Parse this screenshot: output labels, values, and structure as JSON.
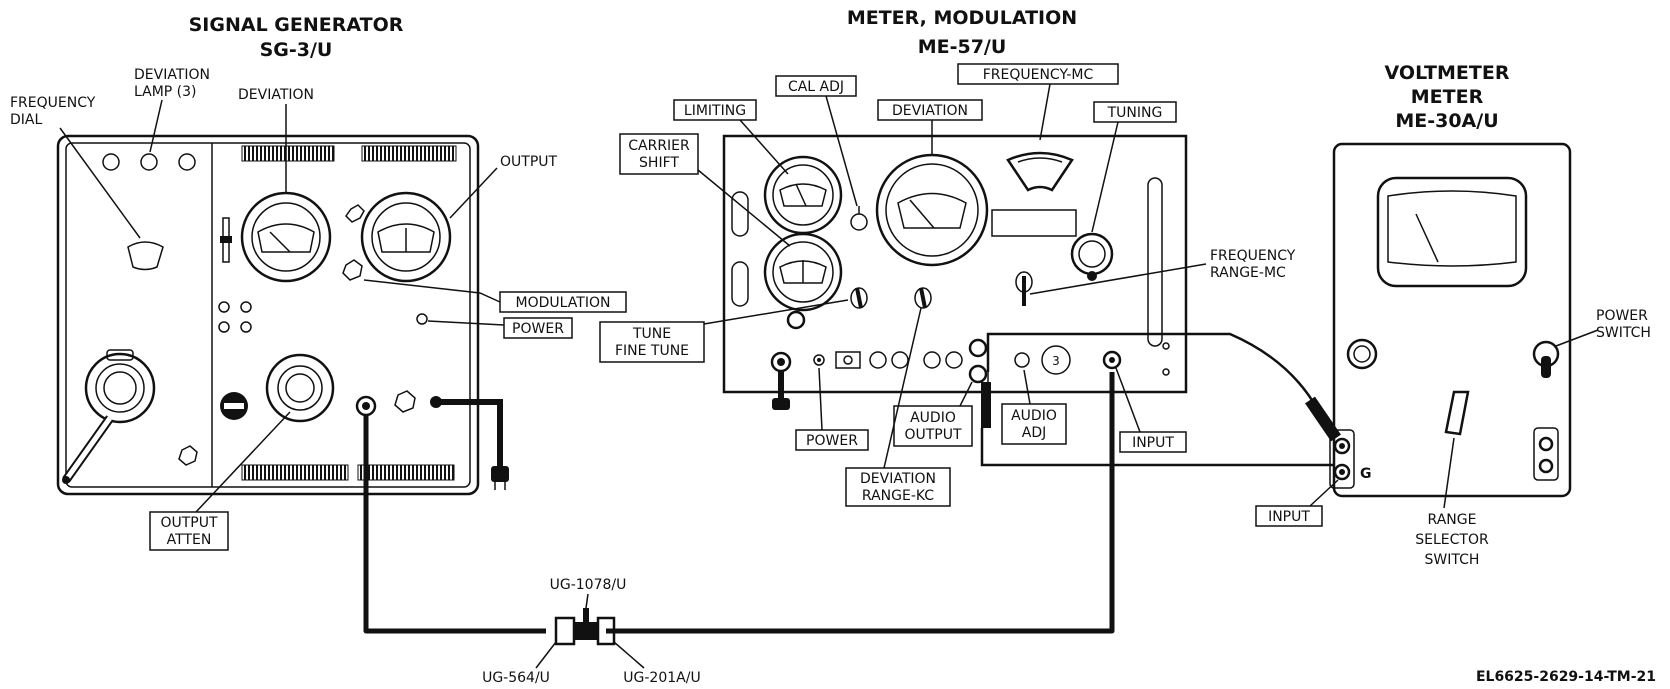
{
  "signal_generator": {
    "title_line1": "SIGNAL GENERATOR",
    "title_line2": "SG-3/U",
    "labels": {
      "frequency_dial_1": "FREQUENCY",
      "frequency_dial_2": "DIAL",
      "deviation_lamp_1": "DEVIATION",
      "deviation_lamp_2": "LAMP (3)",
      "deviation": "DEVIATION",
      "output": "OUTPUT",
      "modulation": "MODULATION",
      "power": "POWER",
      "output_atten_1": "OUTPUT",
      "output_atten_2": "ATTEN"
    }
  },
  "modulation_meter": {
    "title_line1": "METER, MODULATION",
    "title_line2": "ME-57/U",
    "labels": {
      "cal_adj": "CAL ADJ",
      "limiting": "LIMITING",
      "frequency_mc": "FREQUENCY-MC",
      "deviation": "DEVIATION",
      "tuning": "TUNING",
      "carrier_shift_1": "CARRIER",
      "carrier_shift_2": "SHIFT",
      "frequency_range_1": "FREQUENCY",
      "frequency_range_2": "RANGE-MC",
      "tune_1": "TUNE",
      "tune_2": "FINE TUNE",
      "power": "POWER",
      "audio_output_1": "AUDIO",
      "audio_output_2": "OUTPUT",
      "audio_adj_1": "AUDIO",
      "audio_adj_2": "ADJ",
      "input": "INPUT",
      "deviation_range_1": "DEVIATION",
      "deviation_range_2": "RANGE-KC"
    }
  },
  "voltmeter": {
    "title_line1": "VOLTMETER",
    "title_line2": "METER",
    "title_line3": "ME-30A/U",
    "labels": {
      "power_switch_1": "POWER",
      "power_switch_2": "SWITCH",
      "input": "INPUT",
      "range_1": "RANGE",
      "range_2": "SELECTOR",
      "range_3": "SWITCH",
      "ground": "G"
    }
  },
  "connectors": {
    "ug1078": "UG-1078/U",
    "ug564": "UG-564/U",
    "ug201": "UG-201A/U"
  },
  "figure_id": "EL6625-2629-14-TM-21"
}
